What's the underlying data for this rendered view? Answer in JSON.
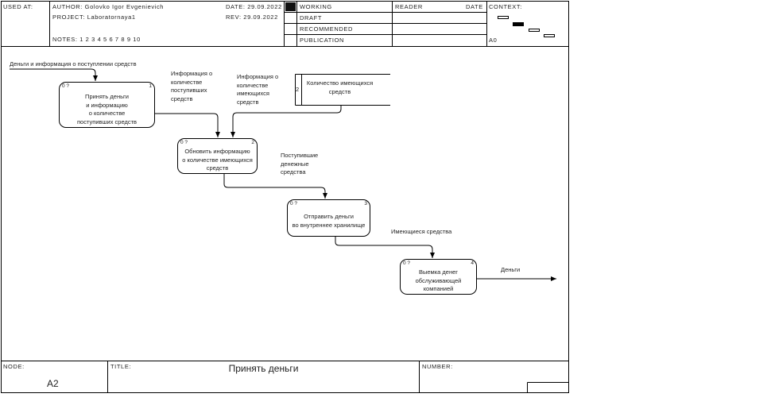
{
  "header": {
    "used_at": "USED AT:",
    "author": "AUTHOR:  Golovko Igor Evgenievich",
    "project": "PROJECT:   Laboratornaya1",
    "date": "DATE:  29.09.2022",
    "rev": "REV:   29.09.2022",
    "notes": "NOTES:  1  2  3  4  5  6  7  8  9  10",
    "status": [
      "WORKING",
      "DRAFT",
      "RECOMMENDED",
      "PUBLICATION"
    ],
    "status_selected": "WORKING",
    "reader": "READER",
    "reader_date": "DATE",
    "context": "CONTEXT:",
    "context_node": "A0"
  },
  "footer": {
    "node_label": "NODE:",
    "node_value": "A2",
    "title_label": "TITLE:",
    "title_value": "Принять деньги",
    "number_label": "NUMBER:"
  },
  "diagram": {
    "activities": [
      {
        "num": "1",
        "cost": "0 ?",
        "lines": [
          "Принять деньги",
          "и информацию",
          "о количестве",
          "поступивших средств"
        ]
      },
      {
        "num": "2",
        "cost": "0 ?",
        "lines": [
          "Обновить информацию",
          "о количестве имеющихся",
          "средств"
        ]
      },
      {
        "num": "3",
        "cost": "0 ?",
        "lines": [
          "Отправить деньги",
          "во внутреннее хранилище"
        ]
      },
      {
        "num": "4",
        "cost": "0 ?",
        "lines": [
          "Выемка денег",
          "обслуживающей",
          "компанией"
        ]
      }
    ],
    "datastore": {
      "num": "2",
      "label": "Количество имеющихся средств"
    },
    "arrows": {
      "input": "Деньги и информация о поступлении средств",
      "info_received": "Информация о количестве поступивших средств",
      "info_available": "Информация о количестве имеющихся средств",
      "incoming_money": "Поступившие денежные средства",
      "available_funds": "Имеющиеся средства",
      "output": "Деньги"
    }
  }
}
